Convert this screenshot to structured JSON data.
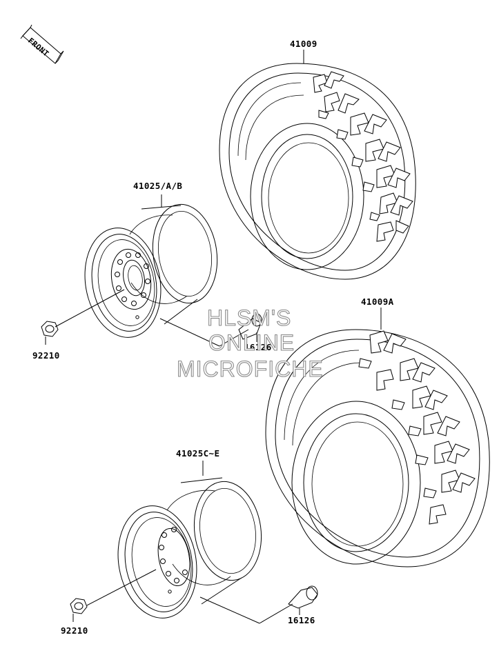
{
  "front_arrow": {
    "label": "FRONT"
  },
  "watermark": {
    "line1": "HLSM'S",
    "line2": "ONLINE",
    "line3": "MICROFICHE"
  },
  "callouts": {
    "tire_front": "41009",
    "tire_rear": "41009A",
    "wheel_front": "41025/A/B",
    "wheel_rear": "41025C~E",
    "nut_front": "92210",
    "nut_rear": "92210",
    "valve_front": "16126",
    "valve_rear": "16126"
  },
  "colors": {
    "line": "#000000",
    "watermark_outline": "#8a8a8a",
    "background": "#ffffff"
  }
}
